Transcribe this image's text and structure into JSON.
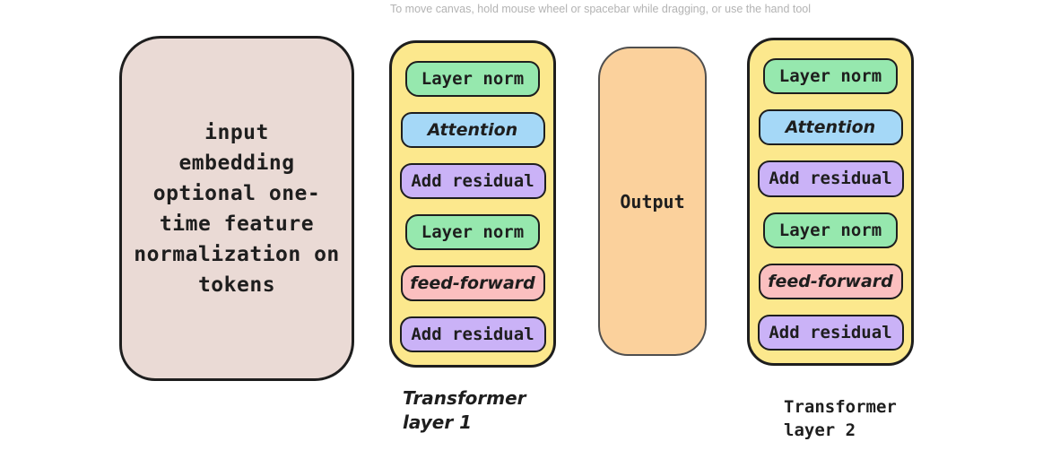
{
  "canvas_hint": "To move canvas, hold mouse wheel or spacebar while dragging, or use the hand tool",
  "colors": {
    "stroke": "#1e1e1e",
    "hint_gray": "#b3b3b3",
    "beige": "#eadad5",
    "yellow": "#fce88d",
    "green": "#96e8ae",
    "blue": "#a5d8f7",
    "purple": "#cab2f7",
    "pink": "#fbbfbf",
    "orange": "#fbd19c"
  },
  "input_box": {
    "text": "input\nembedding\noptional one-\ntime feature\nnormalization on\ntokens"
  },
  "output_box": {
    "label": "Output"
  },
  "layers": [
    {
      "caption": "Transformer\nlayer 1",
      "blocks": [
        {
          "label": "Layer norm"
        },
        {
          "label": "Attention"
        },
        {
          "label": "Add residual"
        },
        {
          "label": "Layer norm"
        },
        {
          "label": "feed-forward"
        },
        {
          "label": "Add residual"
        }
      ]
    },
    {
      "caption": "Transformer\nlayer 2",
      "blocks": [
        {
          "label": "Layer norm"
        },
        {
          "label": "Attention"
        },
        {
          "label": "Add residual"
        },
        {
          "label": "Layer norm"
        },
        {
          "label": "feed-forward"
        },
        {
          "label": "Add residual"
        }
      ]
    }
  ]
}
